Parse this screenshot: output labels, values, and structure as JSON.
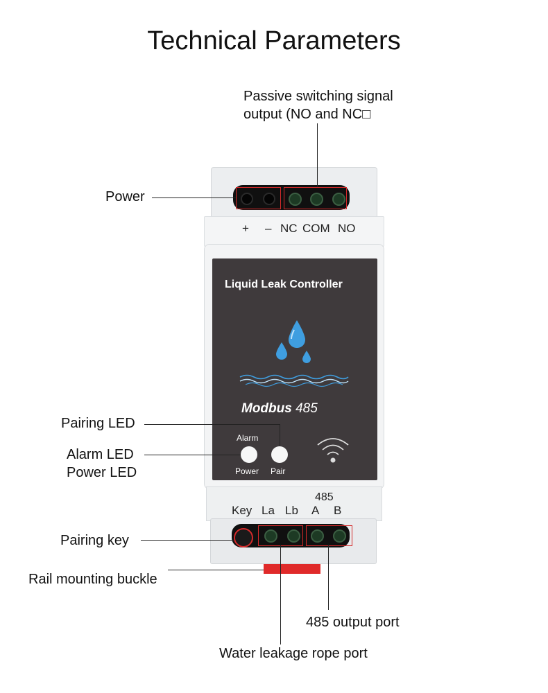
{
  "title": "Technical Parameters",
  "callouts": {
    "passive_switch_line1": "Passive switching signal",
    "passive_switch_line2": "output (NO and NC□",
    "power": "Power",
    "pairing_led": "Pairing LED",
    "alarm_led": "Alarm LED",
    "power_led": "Power LED",
    "pairing_key": "Pairing key",
    "rail_buckle": "Rail mounting buckle",
    "output_485": "485 output port",
    "leak_rope": "Water leakage rope port"
  },
  "top_terminals": {
    "plus": "+",
    "minus": "–",
    "nc": "NC",
    "com": "COM",
    "no": "NO"
  },
  "panel": {
    "name": "Liquid Leak Controller",
    "protocol": "Modbus",
    "protocol_num": "485",
    "alarm": "Alarm",
    "power": "Power",
    "pair": "Pair"
  },
  "bottom_terminals": {
    "group": "485",
    "key": "Key",
    "la": "La",
    "lb": "Lb",
    "a": "A",
    "b": "B"
  },
  "colors": {
    "panel": "#3f3a3c",
    "water": "#3f9ee0",
    "highlight": "#d42a2a"
  },
  "icons": [
    "water-drops-icon",
    "water-waves-icon",
    "wireless-signal-icon"
  ]
}
